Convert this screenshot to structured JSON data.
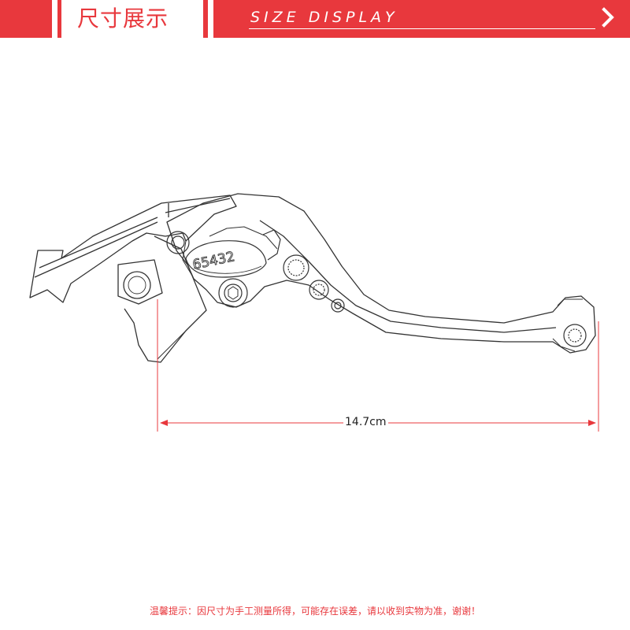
{
  "header": {
    "title_cn": "尺寸展示",
    "title_en": "SIZE DISPLAY",
    "nav_icon": "chevron-right-icon",
    "bg_color": "#e8383d",
    "text_color": "#ffffff"
  },
  "product": {
    "lever_engraving": "65432",
    "dimension": {
      "label": "14.7cm",
      "line_color": "#e8383d"
    }
  },
  "footer": {
    "note": "温馨提示：因尺寸为手工测量所得，可能存在误差，请以收到实物为准，谢谢！"
  }
}
